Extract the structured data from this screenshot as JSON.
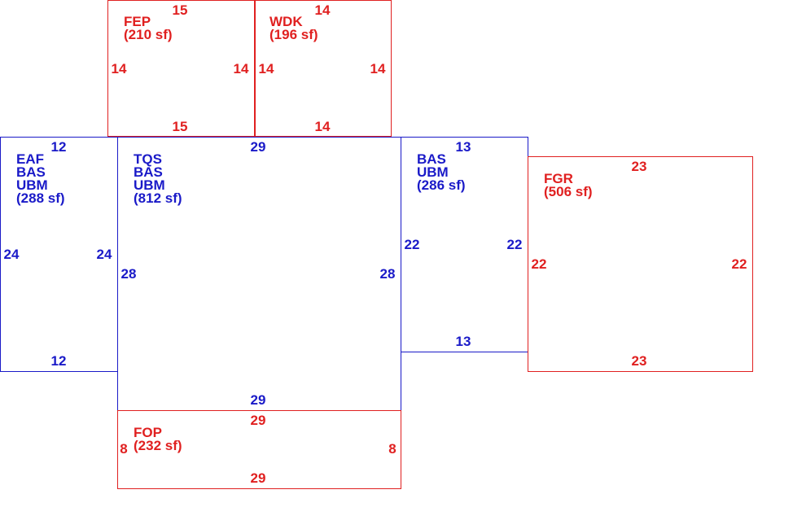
{
  "colors": {
    "red": "#e02020",
    "blue": "#1a1ac8"
  },
  "rooms": {
    "fep": {
      "lines": [
        "FEP",
        "(210 sf)"
      ],
      "top": "15",
      "bottom": "15",
      "left": "14",
      "right": "14"
    },
    "wdk": {
      "lines": [
        "WDK",
        "(196 sf)"
      ],
      "top": "14",
      "bottom": "14",
      "left": "14",
      "right": "14"
    },
    "eaf": {
      "lines": [
        "EAF",
        "BAS",
        "UBM",
        "(288 sf)"
      ],
      "top": "12",
      "bottom": "12",
      "left": "24",
      "right": "24"
    },
    "tqs": {
      "lines": [
        "TQS",
        "BAS",
        "UBM",
        "(812 sf)"
      ],
      "top": "29",
      "bottom": "29",
      "left": "28",
      "right": "28"
    },
    "bas": {
      "lines": [
        "BAS",
        "UBM",
        "(286 sf)"
      ],
      "top": "13",
      "bottom": "13",
      "left": "22",
      "right": "22"
    },
    "fgr": {
      "lines": [
        "FGR",
        "(506 sf)"
      ],
      "top": "23",
      "bottom": "23",
      "left": "22",
      "right": "22"
    },
    "fop": {
      "lines": [
        "FOP",
        "(232 sf)"
      ],
      "top": "29",
      "bottom": "29",
      "left": "8",
      "right": "8"
    }
  }
}
